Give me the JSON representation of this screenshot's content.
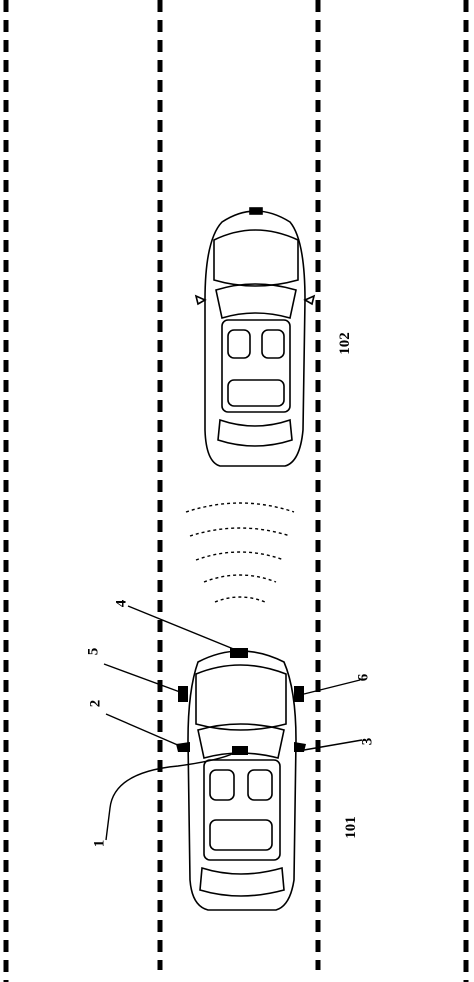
{
  "labels": {
    "sensor_1": "1",
    "mirror_2": "2",
    "mirror_3": "3",
    "sensor_4": "4",
    "sensor_5": "5",
    "sensor_6": "6",
    "vehicle_101": "101",
    "vehicle_102": "102"
  },
  "colors": {
    "line": "#000000",
    "background": "#ffffff"
  }
}
